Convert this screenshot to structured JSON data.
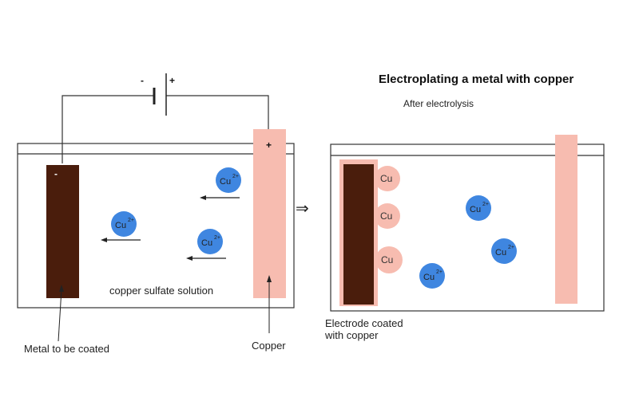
{
  "title": "Electroplating a metal with copper",
  "subtitle": "After electrolysis",
  "battery": {
    "negative_sign": "-",
    "positive_sign": "+"
  },
  "before_cell": {
    "cathode_sign": "-",
    "anode_sign": "+",
    "solution_label": "copper sulfate solution",
    "cathode_label": "Metal to be coated",
    "anode_label": "Copper",
    "ions": [
      {
        "base": "Cu",
        "charge": "2+"
      },
      {
        "base": "Cu",
        "charge": "2+"
      },
      {
        "base": "Cu",
        "charge": "2+"
      }
    ]
  },
  "transition_arrow": "⇒",
  "after_cell": {
    "deposit_label": "Cu",
    "electrode_label_line1": "Electrode coated",
    "electrode_label_line2": "with copper",
    "ions": [
      {
        "base": "Cu",
        "charge": "2+"
      },
      {
        "base": "Cu",
        "charge": "2+"
      },
      {
        "base": "Cu",
        "charge": "2+"
      }
    ]
  },
  "colors": {
    "copper": "#f7bcb0",
    "metal": "#4a1d0c",
    "ion": "#3f86e0",
    "line": "#333333"
  }
}
